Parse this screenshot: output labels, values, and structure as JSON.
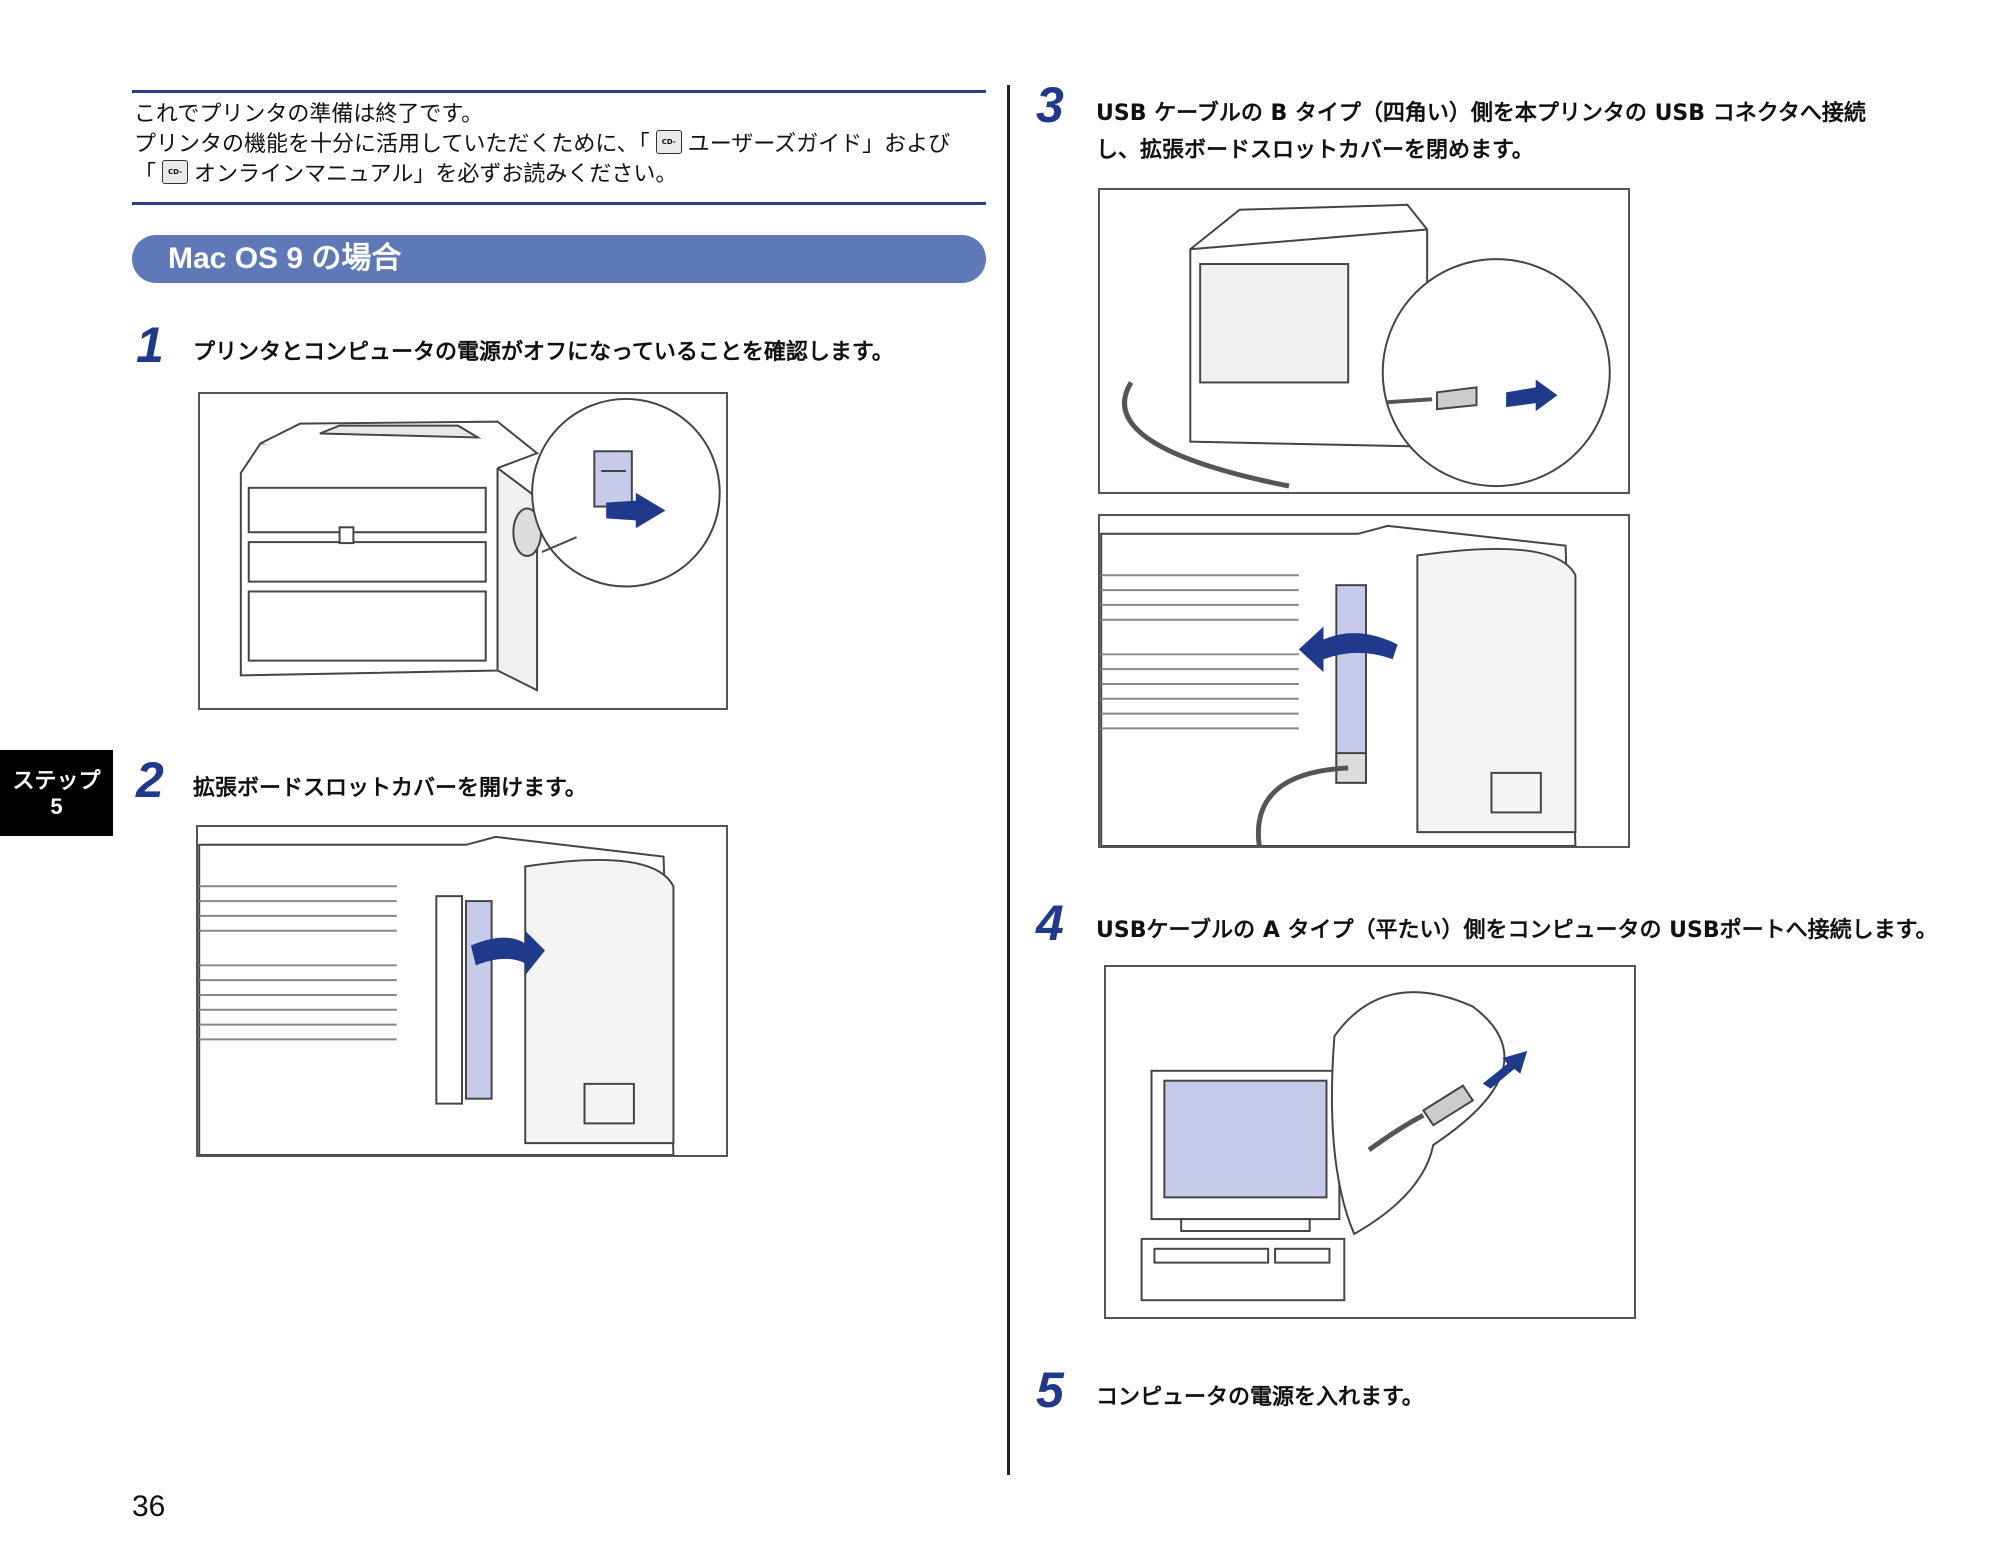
{
  "note": {
    "line1": "これでプリンタの準備は終了です。",
    "line2_pre": "プリンタの機能を十分に活用していただくために、「",
    "line2_guide": "ユーザーズガイド」および",
    "line3_pre": "「",
    "line3_manual": "オンラインマニュアル」を必ずお読みください。",
    "cd_label": "CD-ROM"
  },
  "section": {
    "title": "Mac OS 9 の場合"
  },
  "steps": [
    {
      "num": "1",
      "text": "プリンタとコンピュータの電源がオフになっていることを確認します。"
    },
    {
      "num": "2",
      "text": "拡張ボードスロットカバーを開けます。"
    },
    {
      "num": "3",
      "text_line1": "USB ケーブルの B タイプ（四角い）側を本プリンタの USB コネクタへ接続",
      "text_line2": "し、拡張ボードスロットカバーを閉めます。"
    },
    {
      "num": "4",
      "text": "USBケーブルの A タイプ（平たい）側をコンピュータの USBポートへ接続します。"
    },
    {
      "num": "5",
      "text": "コンピュータの電源を入れます。"
    }
  ],
  "side_tab": {
    "line1": "ステップ",
    "line2": "5"
  },
  "page_number": "36",
  "colors": {
    "accent": "#2b3f86",
    "section_bar": "#5e78b8",
    "arrow": "#1f3a8a",
    "screen": "#c5cbe8"
  }
}
